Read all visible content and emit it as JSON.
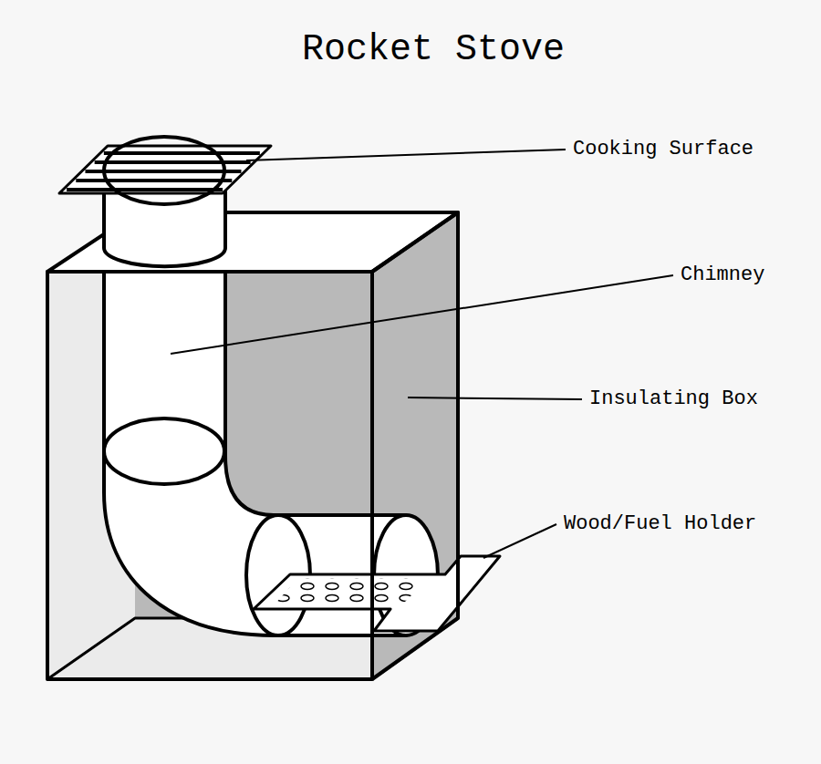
{
  "diagram": {
    "title": "Rocket Stove",
    "labels": [
      "Cooking Surface",
      "Chimney",
      "Insulating Box",
      "Wood/Fuel Holder"
    ]
  }
}
